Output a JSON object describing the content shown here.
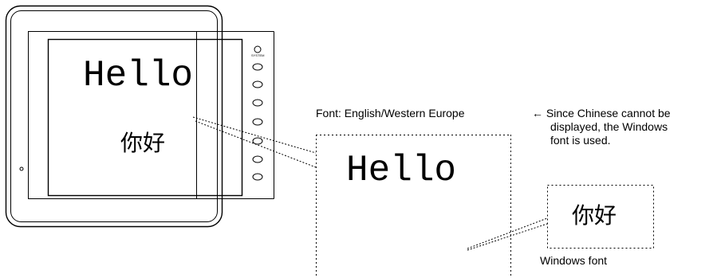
{
  "panel": {
    "screen_text_large": "Hello",
    "screen_text_chinese": "你好",
    "system_label": "SYSTEM"
  },
  "font_box": {
    "caption": "Font: English/Western Europe",
    "hello_text": "Hello"
  },
  "note": {
    "lines": [
      "← Since Chinese cannot be",
      "displayed, the Windows",
      "font is used."
    ]
  },
  "windows_font_box": {
    "chinese_text": "你好",
    "caption": "Windows font"
  }
}
